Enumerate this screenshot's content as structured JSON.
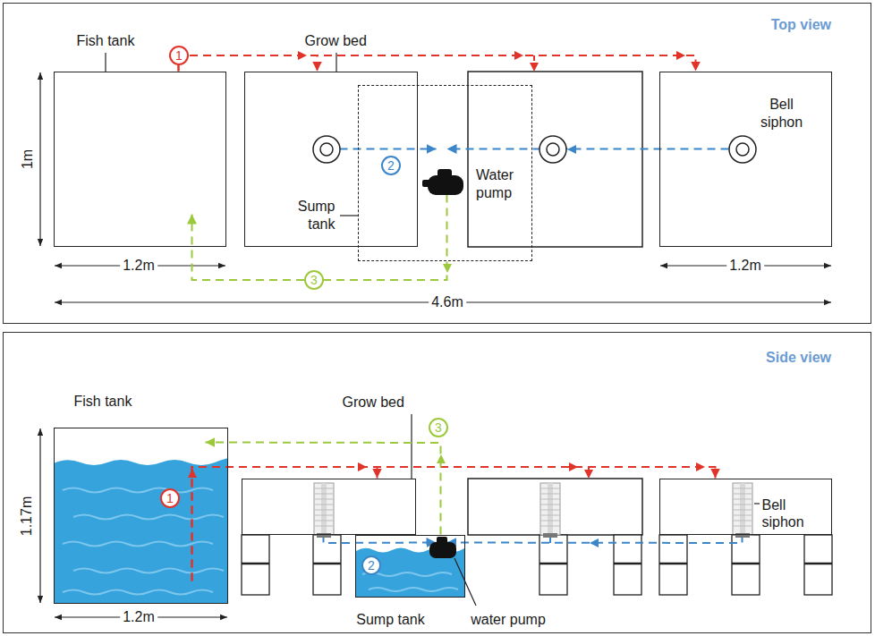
{
  "diagram": {
    "nodes": [
      {
        "text": [
          "Top view"
        ]
      },
      {
        "text": [
          "Fish tank"
        ],
        "in": 0
      },
      {
        "text": [
          "Grow bed"
        ],
        "in": 0
      },
      {
        "text": [
          "Sump tank"
        ],
        "in": 0
      },
      {
        "text": [
          "Bell siphon"
        ],
        "in": 0
      },
      {
        "text": [
          "Side view"
        ]
      },
      {
        "text": [
          "Fish tank"
        ],
        "in": 5
      },
      {
        "text": [
          "Grow bed"
        ],
        "in": 5
      },
      {
        "text": [
          "Sump tank"
        ],
        "in": 5
      },
      {
        "text": [
          "Bell siphon"
        ],
        "in": 5
      }
    ],
    "edges": [
      {
        "from": 1,
        "to": 2,
        "arrow": "to"
      },
      {
        "from": 1,
        "to": 4,
        "arrow": "to"
      },
      {
        "from": 2,
        "to": 3,
        "arrow": "to"
      },
      {
        "from": 4,
        "to": 3,
        "arrow": "to"
      },
      {
        "from": 3,
        "to": 1,
        "arrow": "to"
      },
      {
        "from": 6,
        "to": 7,
        "arrow": "to"
      },
      {
        "from": 6,
        "to": 9,
        "arrow": "to"
      },
      {
        "from": 7,
        "to": 8,
        "arrow": "to"
      },
      {
        "from": 9,
        "to": 8,
        "arrow": "to"
      },
      {
        "from": 8,
        "to": 6,
        "arrow": "to"
      }
    ],
    "labels": [
      "1",
      "2",
      "3",
      "Water pump",
      "1m",
      "1.2m",
      "1.2m",
      "4.6m",
      "1",
      "2",
      "3",
      "water pump",
      "1.17m",
      "1.2m"
    ]
  }
}
